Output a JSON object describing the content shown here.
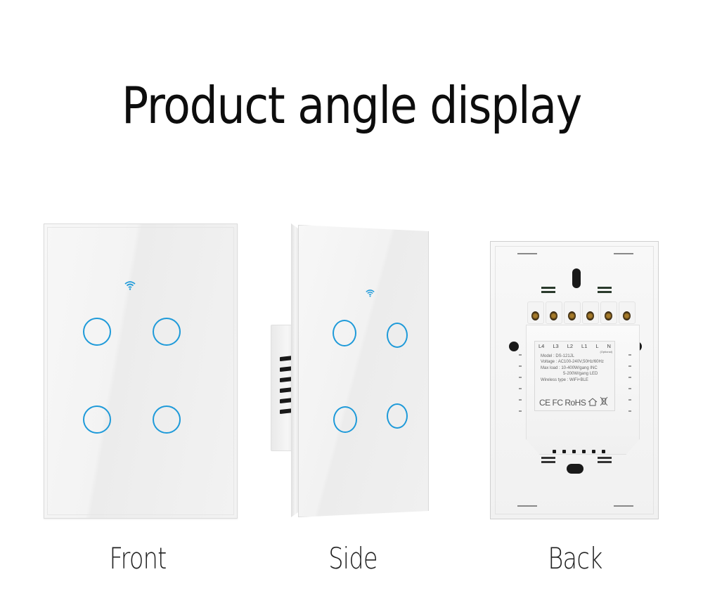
{
  "title": "Product angle display",
  "views": [
    {
      "label": "Front",
      "buttons": 4,
      "wifi_indicator": true
    },
    {
      "label": "Side",
      "buttons": 4,
      "wifi_indicator": true,
      "vent_slots": 6
    },
    {
      "label": "Back"
    }
  ],
  "back_sticker": {
    "terminals": [
      "L4",
      "L3",
      "L2",
      "L1",
      "L",
      "N"
    ],
    "n_note": "(Optional)",
    "lines": [
      "Model : DS-121JL",
      "Voltage : AC100-240V,50Hz/60Hz",
      "Max load : 10-400W/gang  INC",
      "5-200W/gang  LED",
      "Wireless type : WiFi+BLE"
    ],
    "certifications": "CE FC RoHS"
  },
  "colors": {
    "background": "#ffffff",
    "touch_ring": "#1e9ad9",
    "panel": "#f2f2f2",
    "title_text": "#0d0d0d"
  },
  "icons": {
    "wifi": "wifi-icon",
    "touch_button": "touch-ring-icon",
    "home": "indoor-use-icon",
    "weee": "crossed-bin-icon"
  }
}
